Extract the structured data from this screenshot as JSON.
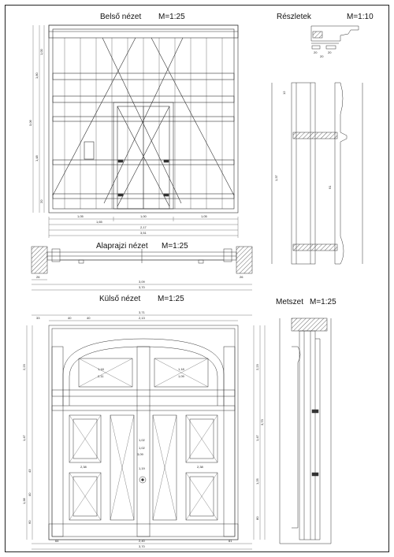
{
  "views": {
    "inner": {
      "title": "Belső nézet",
      "scale": "M=1:25"
    },
    "details": {
      "title": "Részletek",
      "scale": "M=1:10"
    },
    "plan": {
      "title": "Alaprajzi nézet",
      "scale": "M=1:25"
    },
    "outer": {
      "title": "Külső nézet",
      "scale": "M=1:25"
    },
    "section": {
      "title": "Metszet",
      "scale": "M=1:25"
    }
  },
  "dims": {
    "inner_bottom": [
      "1,05",
      "1,65",
      "1,00",
      "1,05",
      "2,17",
      "3,51"
    ],
    "plan_bottom": [
      "3,09",
      "3,70",
      "26",
      "26"
    ],
    "outer_top": [
      "3,71",
      "2,13",
      "33",
      "40",
      "40"
    ],
    "outer_bottom": [
      "2,40",
      "3,70",
      "64",
      "61"
    ],
    "outer_inner": [
      "1,18",
      "1,18",
      "2,11",
      "1,09",
      "1,02",
      "1,02",
      "3,09",
      "2,38",
      "2,38",
      "1,19"
    ],
    "outer_left": [
      "2,23",
      "1,47",
      "1,38",
      "43",
      "40",
      "60"
    ],
    "outer_right": [
      "2,23",
      "1,47",
      "3,73",
      "1,25",
      "80"
    ],
    "inner_left": [
      "3,06",
      "1,80",
      "1,00",
      "1,48",
      "20"
    ],
    "detail_sizes": [
      "20",
      "20",
      "20",
      "1,37",
      "91",
      "12"
    ]
  }
}
